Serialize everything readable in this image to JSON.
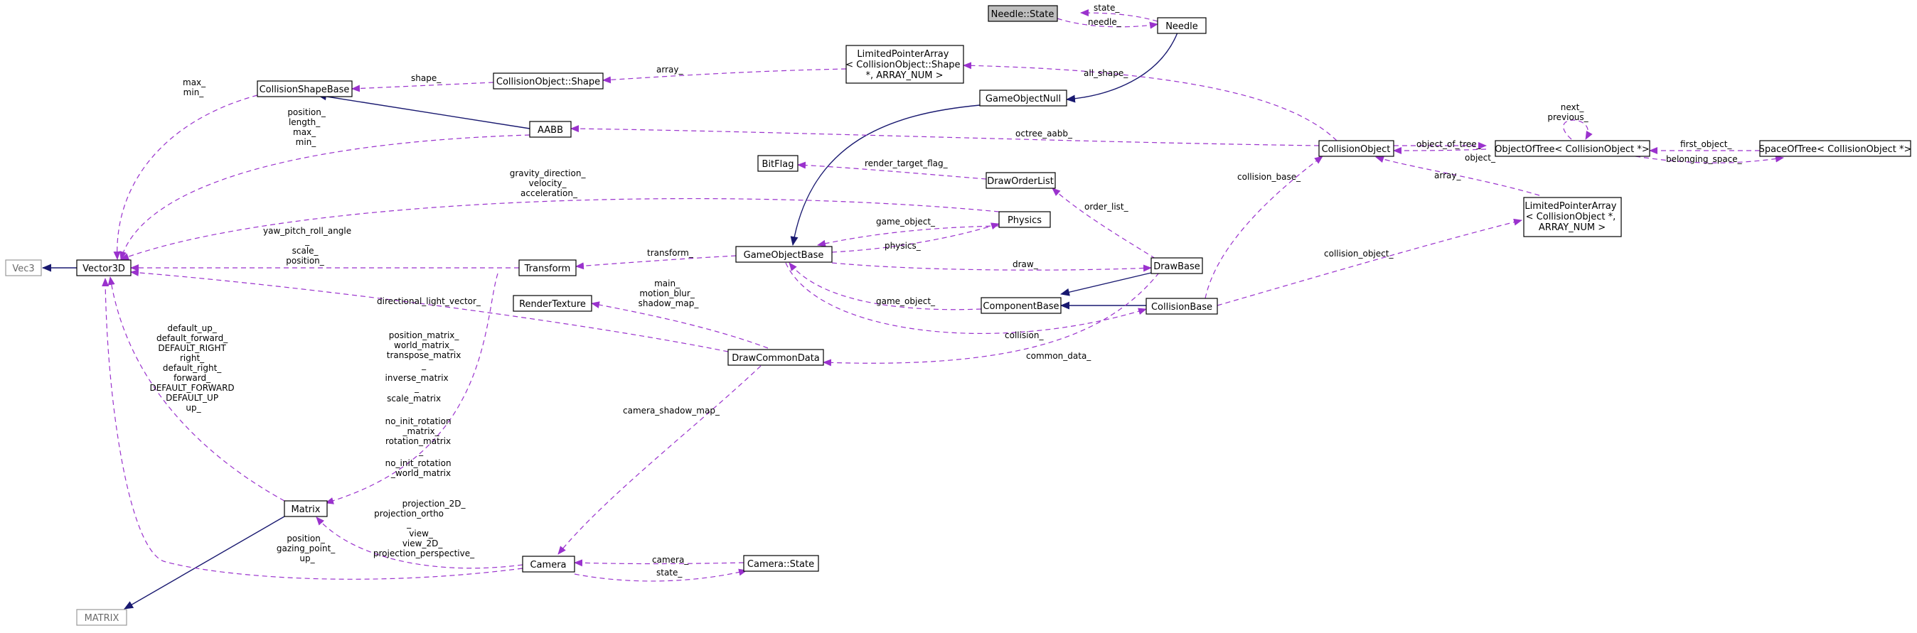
{
  "colors": {
    "use_edge": "#9a32cd",
    "inherit_edge": "#191970",
    "node_border": "#000000",
    "external_border": "#9a9a9a",
    "focus_fill": "#bfbfbf"
  },
  "nodes": {
    "needle_state": "Needle::State",
    "needle": "Needle",
    "limited_pointer_array_shape": [
      "LimitedPointerArray",
      "< CollisionObject::Shape",
      "*, ARRAY_NUM >"
    ],
    "collision_shape_base": "CollisionShapeBase",
    "collision_object_shape": "CollisionObject::Shape",
    "game_object_null": "GameObjectNull",
    "aabb": "AABB",
    "collision_object": "CollisionObject",
    "object_of_tree": "ObjectOfTree< CollisionObject *>",
    "space_of_tree": "SpaceOfTree< CollisionObject *>",
    "bitflag": "BitFlag",
    "draw_order_list": "DrawOrderList",
    "physics": "Physics",
    "limited_pointer_array_object": [
      "LimitedPointerArray",
      "< CollisionObject *,",
      "ARRAY_NUM >"
    ],
    "vec3": "Vec3",
    "vector3d": "Vector3D",
    "transform": "Transform",
    "game_object_base": "GameObjectBase",
    "draw_base": "DrawBase",
    "render_texture": "RenderTexture",
    "component_base": "ComponentBase",
    "collision_base": "CollisionBase",
    "draw_common_data": "DrawCommonData",
    "matrix": "Matrix",
    "camera": "Camera",
    "camera_state": "Camera::State",
    "matrix_ext": "MATRIX"
  },
  "edges": {
    "state": "state_",
    "needle": "needle_",
    "array_shape": "array_",
    "shape": "shape_",
    "all_shape": "all_shape_",
    "max_min": [
      "max_",
      "min_"
    ],
    "aabb_vec": [
      "position_",
      "length_",
      "max_",
      "min_"
    ],
    "octree_aabb": "octree_aabb_",
    "object_of_tree": "object_of_tree_",
    "next_previous": [
      "next_",
      "previous_"
    ],
    "object": "object_",
    "first_object": "first_object_",
    "belonging_space": "belonging_space_",
    "array_obj": "array_",
    "collision_base": "collision_base_",
    "render_target_flag": "render_target_flag_",
    "order_list": "order_list_",
    "physics_vec": [
      "gravity_direction_",
      "velocity_",
      "acceleration_"
    ],
    "game_object": "game_object_",
    "physics": "physics_",
    "transform_vec": [
      "yaw_pitch_roll_angle",
      "_",
      "scale_",
      "position_"
    ],
    "transform": "transform_",
    "draw": "draw_",
    "collision_object": "collision_object_",
    "directional_light": "directional_light_vector_",
    "main_motion_shadow": [
      "main_",
      "motion_blur_",
      "shadow_map_"
    ],
    "game_object_comp": "game_object_",
    "collision": "collision_",
    "common_data": "common_data_",
    "matrix_vec": [
      "default_up_",
      "default_forward_",
      "DEFAULT_RIGHT",
      "right_",
      "default_right_",
      "forward_",
      "DEFAULT_FORWARD",
      "DEFAULT_UP",
      "up_"
    ],
    "transform_matrix": [
      "position_matrix_",
      "world_matrix_",
      "transpose_matrix",
      "_",
      "inverse_matrix",
      "_",
      "scale_matrix",
      "",
      "no_init_rotation",
      "_matrix_",
      "rotation_matrix",
      "_",
      "no_init_rotation",
      "_world_matrix"
    ],
    "camera_shadow_map": "camera_shadow_map_",
    "camera_matrix": [
      "projection_2D_",
      "projection_ortho",
      "_",
      "view_",
      "view_2D_",
      "projection_perspective_"
    ],
    "camera_vec": [
      "position_",
      "gazing_point_",
      "up_"
    ],
    "camera": "camera_",
    "camera_state": "state_"
  }
}
